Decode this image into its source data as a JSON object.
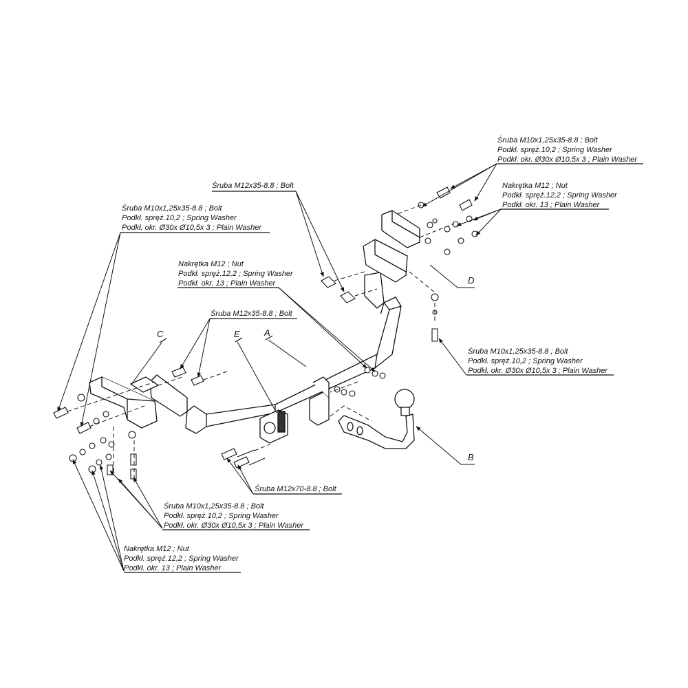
{
  "callouts": {
    "top_right_bolt": [
      "Śruba M10x1,25x35-8.8 ;  Bolt",
      "Podkł. spręż.10,2 ; Spring Washer",
      "Podkł. okr.  Ø30x Ø10,5x 3 ; Plain Washer"
    ],
    "top_bolt_m12": [
      "Śruba M12x35-8.8 ;  Bolt"
    ],
    "right_nut": [
      "Nakrętka  M12 ; Nut",
      "Podkł. spręż.12,2 ; Spring Washer",
      "Podkł. okr. 13 ; Plain Washer"
    ],
    "left_bolt": [
      "Śruba M10x1,25x35-8.8 ;  Bolt",
      "Podkł. spręż.10,2 ; Spring Washer",
      "Podkł. okr.  Ø30x Ø10,5x 3 ; Plain Washer"
    ],
    "center_nut": [
      "Nakrętka  M12 ; Nut",
      "Podkł. spręż.12,2 ; Spring Washer",
      "Podkł. okr. 13 ; Plain Washer"
    ],
    "center_bolt_m12": [
      "Śruba M12x35-8.8 ;  Bolt"
    ],
    "right_lower_bolt": [
      "Śruba M10x1,25x35-8.8 ;  Bolt",
      "Podkł. spręż.10,2 ; Spring Washer",
      "Podkł. okr.  Ø30x Ø10,5x 3 ; Plain Washer"
    ],
    "bottom_bolt_m12x70": [
      "Śruba M12x70-8.8 ;  Bolt"
    ],
    "bottom_bolt": [
      "Śruba M10x1,25x35-8.8 ;  Bolt",
      "Podkł. spręż.10,2 ; Spring Washer",
      "Podkł. okr.  Ø30x Ø10,5x 3 ; Plain Washer"
    ],
    "bottom_nut": [
      "Nakrętka  M12 ; Nut",
      "Podkł. spręż.12,2 ; Spring Washer",
      "Podkł. okr. 13 ; Plain Washer"
    ]
  },
  "part_letters": {
    "a": "A",
    "b": "B",
    "c": "C",
    "d": "D",
    "e": "E"
  }
}
